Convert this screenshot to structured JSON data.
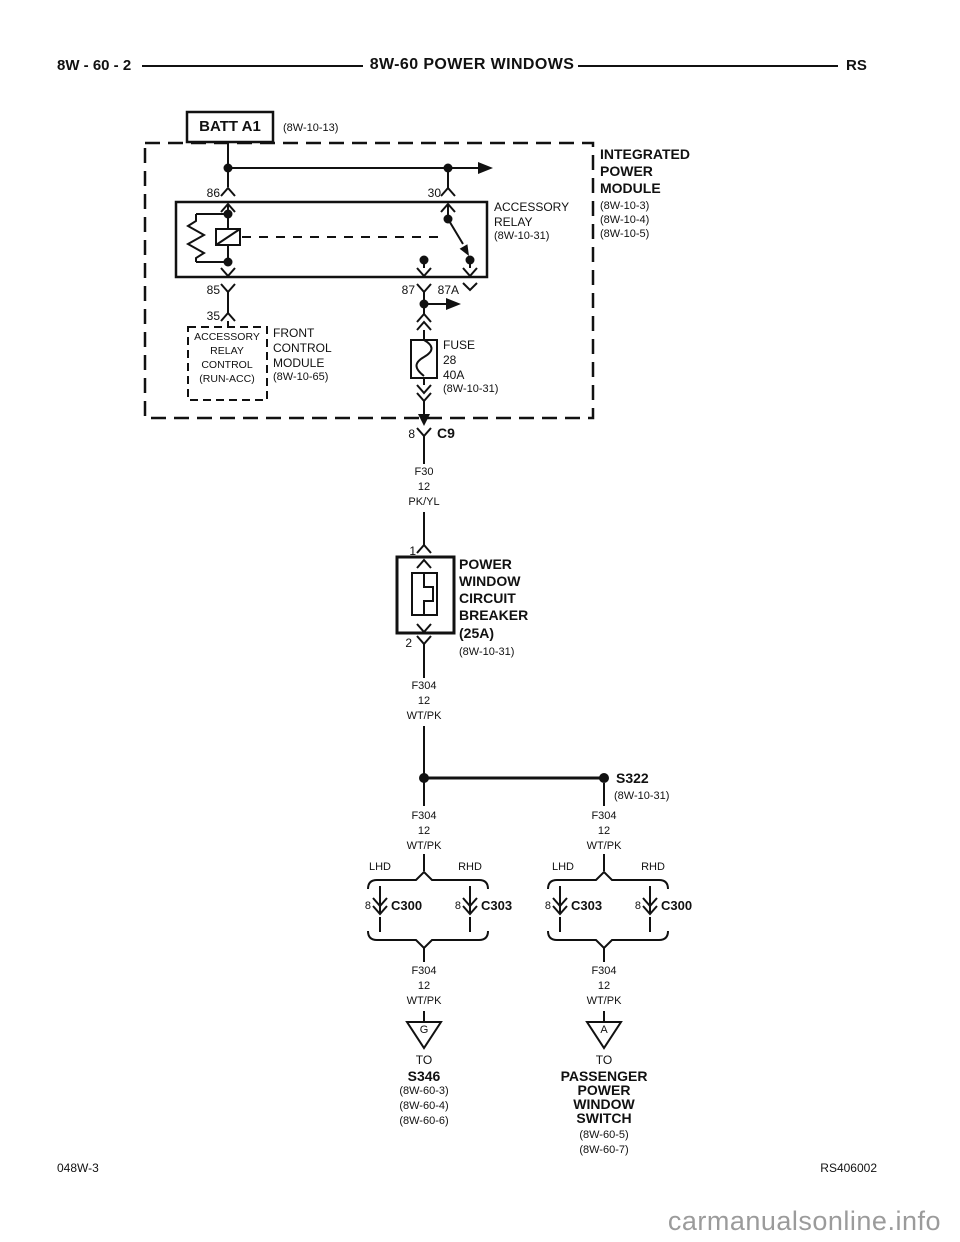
{
  "colors": {
    "ink": "#111111",
    "background": "#ffffff",
    "watermark_gray": "#9b9b9b"
  },
  "header": {
    "left": "8W - 60 - 2",
    "title": "8W-60 POWER WINDOWS",
    "right": "RS"
  },
  "battery": {
    "label": "BATT A1",
    "ref": "(8W-10-13)"
  },
  "ipm": {
    "name": [
      "INTEGRATED",
      "POWER",
      "MODULE"
    ],
    "refs": [
      "(8W-10-3)",
      "(8W-10-4)",
      "(8W-10-5)"
    ]
  },
  "accessory_relay": {
    "pins": {
      "p86": "86",
      "p30": "30",
      "p85": "85",
      "p87": "87",
      "p87a": "87A"
    },
    "label": [
      "ACCESSORY",
      "RELAY",
      "(8W-10-31)"
    ]
  },
  "fcm": {
    "pin35": "35",
    "control": [
      "ACCESSORY",
      "RELAY",
      "CONTROL",
      "(RUN-ACC)"
    ],
    "module": [
      "FRONT",
      "CONTROL",
      "MODULE",
      "(8W-10-65)"
    ]
  },
  "fuse": {
    "label": [
      "FUSE",
      "28",
      "40A",
      "(8W-10-31)"
    ]
  },
  "c9": {
    "pin": "8",
    "name": "C9"
  },
  "wires": {
    "f30": [
      "F30",
      "12",
      "PK/YL"
    ],
    "f304": [
      "F304",
      "12",
      "WT/PK"
    ]
  },
  "breaker": {
    "pin1": "1",
    "pin2": "2",
    "name": [
      "POWER",
      "WINDOW",
      "CIRCUIT",
      "BREAKER",
      "(25A)"
    ],
    "ref": "(8W-10-31)"
  },
  "splice": {
    "name": "S322",
    "ref": "(8W-10-31)"
  },
  "groups": {
    "left": {
      "lhd": "LHD",
      "rhd": "RHD",
      "c1": {
        "pin": "8",
        "name": "C300"
      },
      "c2": {
        "pin": "8",
        "name": "C303"
      }
    },
    "right": {
      "lhd": "LHD",
      "rhd": "RHD",
      "c1": {
        "pin": "8",
        "name": "C303"
      },
      "c2": {
        "pin": "8",
        "name": "C300"
      }
    }
  },
  "dest_left": {
    "symbol": "G",
    "to": "TO",
    "name": "S346",
    "refs": [
      "(8W-60-3)",
      "(8W-60-4)",
      "(8W-60-6)"
    ]
  },
  "dest_right": {
    "symbol": "A",
    "to": "TO",
    "name": [
      "PASSENGER",
      "POWER",
      "WINDOW",
      "SWITCH"
    ],
    "refs": [
      "(8W-60-5)",
      "(8W-60-7)"
    ]
  },
  "footer": {
    "left": "048W-3",
    "right": "RS406002"
  },
  "watermark": "carmanualsonline.info"
}
